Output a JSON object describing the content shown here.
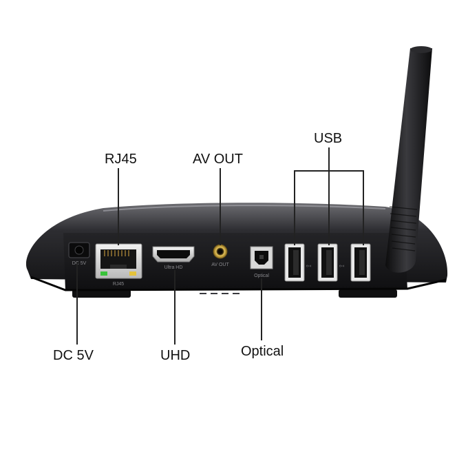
{
  "callouts": {
    "rj45": "RJ45",
    "av_out": "AV OUT",
    "usb": "USB",
    "dc_5v": "DC 5V",
    "uhd": "UHD",
    "optical": "Optical"
  },
  "port_labels": {
    "dc": "DC 5V",
    "rj45": "RJ45",
    "hdmi": "Ultra HD",
    "av": "AV OUT",
    "optical": "Optical"
  },
  "colors": {
    "body": "#1b1b1d",
    "leader_line": "#222222",
    "lan_green": "#39c23a",
    "lan_amber": "#e3c23b",
    "av_gold": "#c9a23a"
  }
}
